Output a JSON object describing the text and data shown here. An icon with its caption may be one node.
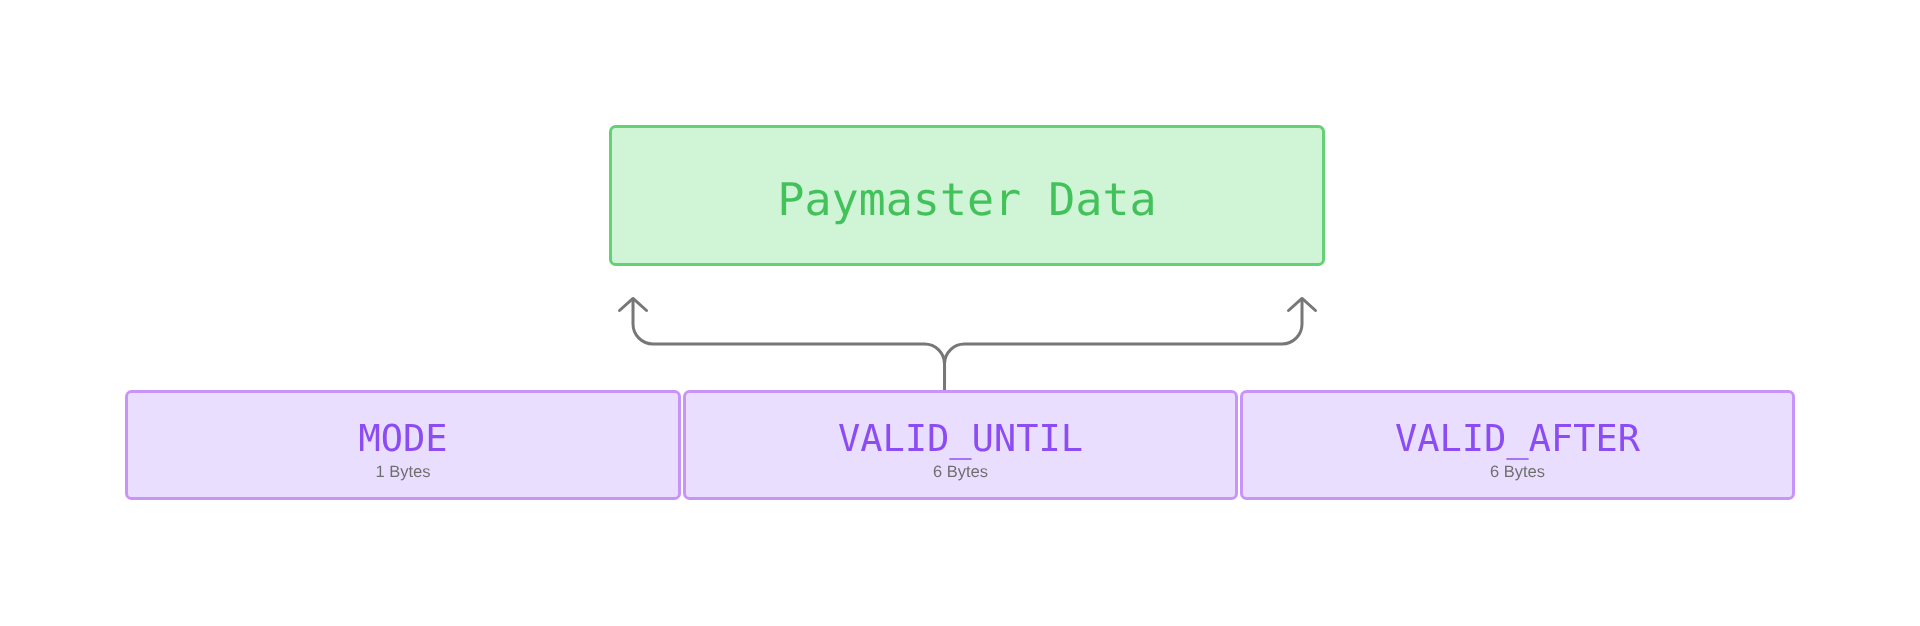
{
  "diagram": {
    "nodes": [
      {
        "text": [
          "Paymaster Data"
        ]
      },
      {
        "text": [
          "MODE",
          "1 Bytes"
        ]
      },
      {
        "text": [
          "VALID_UNTIL",
          "6 Bytes"
        ]
      },
      {
        "text": [
          "VALID_AFTER",
          "6 Bytes"
        ]
      }
    ],
    "edges": [
      {
        "from": 2,
        "to": 0,
        "arrow": "to"
      },
      {
        "from": 2,
        "to": 0,
        "arrow": "to"
      }
    ]
  }
}
